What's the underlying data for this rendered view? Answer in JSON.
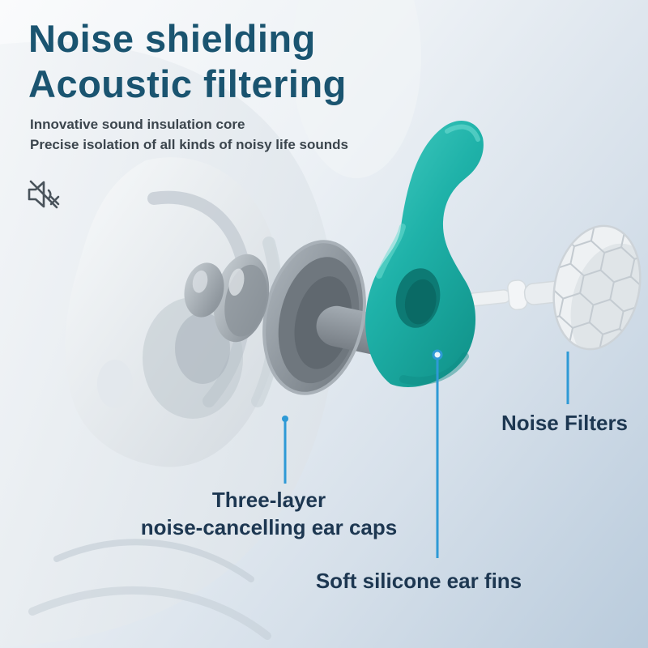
{
  "header": {
    "title_line1": "Noise shielding",
    "title_line2": "Acoustic filtering",
    "subtitle_line1": "Innovative sound insulation core",
    "subtitle_line2": "Precise isolation of all kinds of noisy life sounds"
  },
  "callouts": {
    "ear_caps": {
      "label_line1": "Three-layer",
      "label_line2": "noise-cancelling ear caps"
    },
    "ear_fins": {
      "label": "Soft silicone ear fins"
    },
    "noise_filters": {
      "label": "Noise Filters"
    }
  },
  "icons": [
    {
      "name": "muted-speaker-icon"
    }
  ],
  "colors": {
    "title_text": "#1a5470",
    "subtitle_text": "#3b454d",
    "callout_text": "#1d3751",
    "callout_line": "#2e9ad6",
    "fin_teal": "#1fb2a9",
    "part_gray": "#8d959c",
    "background_top": "#fafbfc",
    "background_bottom": "#b9cbdc"
  }
}
